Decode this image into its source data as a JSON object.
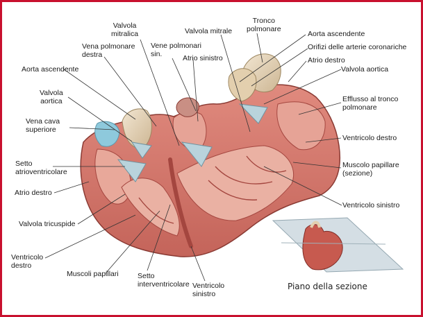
{
  "labels": {
    "valvola_mitralica": "Valvola\nmitralica",
    "vena_polmonare_destra": "Vena polmonare\ndestra",
    "vene_polmonari_sin": "Vene polmonari\nsin.",
    "valvola_mitrale": "Valvola mitrale",
    "tronco_polmonare": "Tronco\npolmonare",
    "aorta_ascendente_right": "Aorta ascendente",
    "orifizi_arterie_coronariche": "Orifizi delle arterie coronariche",
    "atrio_sinistro": "Atrio sinistro",
    "atrio_destro_right": "Atrio destro",
    "valvola_aortica_right": "Valvola aortica",
    "aorta_ascendente_left": "Aorta ascendente",
    "valvola_aortica_left": "Valvola\naortica",
    "efflusso_tronco_polmonare": "Efflusso al tronco\npolmonare",
    "vena_cava_superiore": "Vena cava\nsuperiore",
    "ventricolo_destro_right": "Ventricolo destro",
    "setto_atrioventricolare": "Setto\natrioventricolare",
    "muscolo_papillare_sezione": "Muscolo papillare\n(sezione)",
    "atrio_destro_left": "Atrio destro",
    "ventricolo_sinistro_right": "Ventricolo sinistro",
    "valvola_tricuspide": "Valvola tricuspide",
    "ventricolo_destro_bottom": "Ventricolo\ndestro",
    "muscoli_papillari": "Muscoli papillari",
    "setto_interventricolare": "Setto\ninterventricolare",
    "ventricolo_sinistro_bottom": "Ventricolo\nsinistro"
  },
  "caption": "Piano della sezione",
  "colors": {
    "frame": "#c8102e",
    "myocardium": "#d9776b",
    "myocardium_dark": "#a4463f",
    "cavity": "#eab1a3",
    "valve": "#b9d3dc",
    "vessel_blue": "#8ec9dc",
    "aorta": "#e8d8be",
    "leader": "#333333"
  }
}
